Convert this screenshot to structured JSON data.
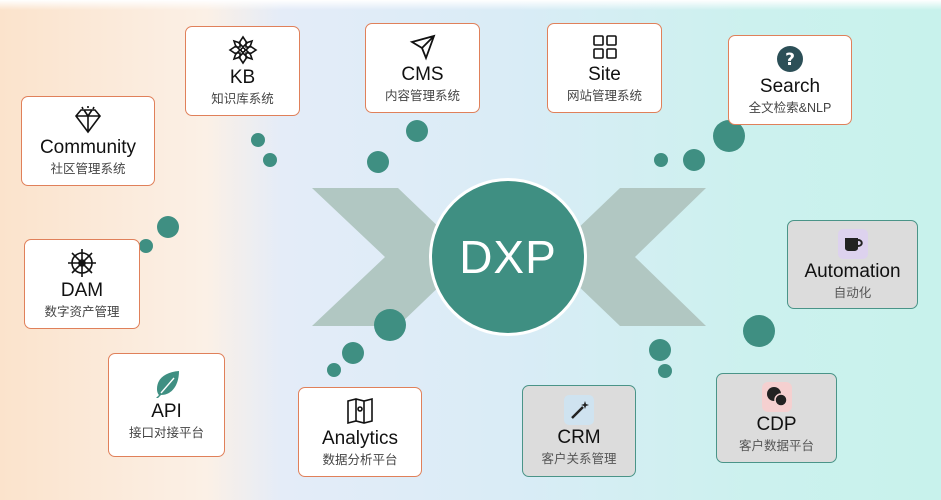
{
  "center": {
    "label": "DXP"
  },
  "nodes": [
    {
      "id": "kb",
      "title": "KB",
      "subtitle": "知识库系统",
      "icon": "snowflake-icon",
      "style": "white"
    },
    {
      "id": "cms",
      "title": "CMS",
      "subtitle": "内容管理系统",
      "icon": "send-icon",
      "style": "white"
    },
    {
      "id": "site",
      "title": "Site",
      "subtitle": "网站管理系统",
      "icon": "grid-icon",
      "style": "white"
    },
    {
      "id": "search",
      "title": "Search",
      "subtitle": "全文检索&NLP",
      "icon": "question-icon",
      "style": "white"
    },
    {
      "id": "community",
      "title": "Community",
      "subtitle": "社区管理系统",
      "icon": "diamond-icon",
      "style": "white"
    },
    {
      "id": "dam",
      "title": "DAM",
      "subtitle": "数字资产管理",
      "icon": "wheel-icon",
      "style": "white"
    },
    {
      "id": "api",
      "title": "API",
      "subtitle": "接口对接平台",
      "icon": "leaf-icon",
      "style": "white"
    },
    {
      "id": "analytics",
      "title": "Analytics",
      "subtitle": "数据分析平台",
      "icon": "map-icon",
      "style": "white"
    },
    {
      "id": "crm",
      "title": "CRM",
      "subtitle": "客户关系管理",
      "icon": "magic-wand-icon",
      "style": "gray"
    },
    {
      "id": "cdp",
      "title": "CDP",
      "subtitle": "客户数据平台",
      "icon": "chat-icon",
      "style": "gray"
    },
    {
      "id": "automation",
      "title": "Automation",
      "subtitle": "自动化",
      "icon": "cup-icon",
      "style": "gray"
    }
  ],
  "colors": {
    "accent": "#3f8f82",
    "border": "#e0805a",
    "cross": "#b1c7c2",
    "dot": "#3f8f82"
  }
}
